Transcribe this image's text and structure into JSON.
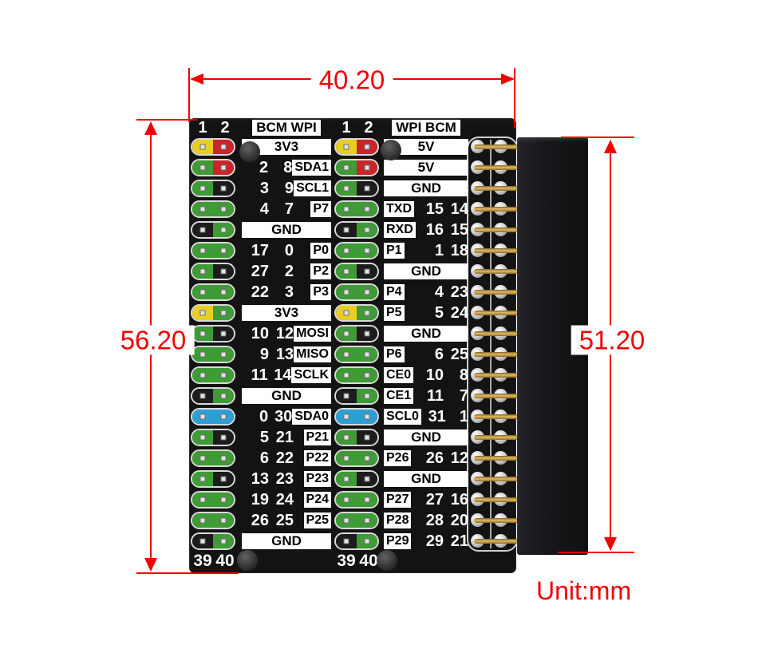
{
  "annotations": {
    "width_label": "40.20",
    "height_left_label": "56.20",
    "height_right_label": "51.20",
    "unit_label": "Unit:mm"
  },
  "colors": {
    "dim": "#f20000",
    "pcb": "#131313",
    "label_bg": "#ffffff",
    "pin_gold": "#e2ba62",
    "jumper_yellow": "#e8cf1f",
    "jumper_red": "#c9262b",
    "jumper_green": "#3e9b35",
    "jumper_black": "#1c1c1c",
    "jumper_blue": "#2e9fd4"
  },
  "board": {
    "pad_rows": 20,
    "blocks": [
      {
        "id": "left",
        "top_pins": [
          "1",
          "2"
        ],
        "header": "BCM WPI",
        "bottom_pins": [
          "39",
          "40"
        ],
        "label_side": "right",
        "rows": [
          {
            "type": "strip",
            "label": "3V3"
          },
          {
            "type": "pin",
            "nums": [
              "2",
              "8"
            ],
            "label": "SDA1"
          },
          {
            "type": "pin",
            "nums": [
              "3",
              "9"
            ],
            "label": "SCL1"
          },
          {
            "type": "pin",
            "nums": [
              "4",
              "7"
            ],
            "label": "P7"
          },
          {
            "type": "strip",
            "label": "GND"
          },
          {
            "type": "pin",
            "nums": [
              "17",
              "0"
            ],
            "label": "P0"
          },
          {
            "type": "pin",
            "nums": [
              "27",
              "2"
            ],
            "label": "P2"
          },
          {
            "type": "pin",
            "nums": [
              "22",
              "3"
            ],
            "label": "P3"
          },
          {
            "type": "strip",
            "label": "3V3"
          },
          {
            "type": "pin",
            "nums": [
              "10",
              "12"
            ],
            "label": "MOSI"
          },
          {
            "type": "pin",
            "nums": [
              "9",
              "13"
            ],
            "label": "MISO"
          },
          {
            "type": "pin",
            "nums": [
              "11",
              "14"
            ],
            "label": "SCLK"
          },
          {
            "type": "strip",
            "label": "GND"
          },
          {
            "type": "pin",
            "nums": [
              "0",
              "30"
            ],
            "label": "SDA0"
          },
          {
            "type": "pin",
            "nums": [
              "5",
              "21"
            ],
            "label": "P21"
          },
          {
            "type": "pin",
            "nums": [
              "6",
              "22"
            ],
            "label": "P22"
          },
          {
            "type": "pin",
            "nums": [
              "13",
              "23"
            ],
            "label": "P23"
          },
          {
            "type": "pin",
            "nums": [
              "19",
              "24"
            ],
            "label": "P24"
          },
          {
            "type": "pin",
            "nums": [
              "26",
              "25"
            ],
            "label": "P25"
          },
          {
            "type": "strip",
            "label": "GND"
          }
        ],
        "jumpers": [
          [
            "jumper_yellow",
            "jumper_red"
          ],
          [
            "jumper_green",
            "jumper_red"
          ],
          [
            "jumper_green",
            "jumper_black"
          ],
          [
            "jumper_green",
            "jumper_green"
          ],
          [
            "jumper_black",
            "jumper_green"
          ],
          [
            "jumper_green",
            "jumper_green"
          ],
          [
            "jumper_green",
            "jumper_black"
          ],
          [
            "jumper_green",
            "jumper_green"
          ],
          [
            "jumper_yellow",
            "jumper_green"
          ],
          [
            "jumper_green",
            "jumper_black"
          ],
          [
            "jumper_green",
            "jumper_green"
          ],
          [
            "jumper_green",
            "jumper_green"
          ],
          [
            "jumper_black",
            "jumper_green"
          ],
          [
            "jumper_blue",
            "jumper_blue"
          ],
          [
            "jumper_green",
            "jumper_black"
          ],
          [
            "jumper_green",
            "jumper_green"
          ],
          [
            "jumper_green",
            "jumper_black"
          ],
          [
            "jumper_green",
            "jumper_green"
          ],
          [
            "jumper_green",
            "jumper_green"
          ],
          [
            "jumper_black",
            "jumper_green"
          ]
        ]
      },
      {
        "id": "right",
        "top_pins": [
          "1",
          "2"
        ],
        "header": "WPI BCM",
        "bottom_pins": [
          "39",
          "40"
        ],
        "label_side": "left",
        "rows": [
          {
            "type": "strip",
            "label": "5V"
          },
          {
            "type": "strip",
            "label": "5V"
          },
          {
            "type": "strip",
            "label": "GND"
          },
          {
            "type": "pin",
            "label": "TXD",
            "nums": [
              "15",
              "14"
            ]
          },
          {
            "type": "pin",
            "label": "RXD",
            "nums": [
              "16",
              "15"
            ]
          },
          {
            "type": "pin",
            "label": "P1",
            "nums": [
              "1",
              "18"
            ]
          },
          {
            "type": "strip",
            "label": "GND"
          },
          {
            "type": "pin",
            "label": "P4",
            "nums": [
              "4",
              "23"
            ]
          },
          {
            "type": "pin",
            "label": "P5",
            "nums": [
              "5",
              "24"
            ]
          },
          {
            "type": "strip",
            "label": "GND"
          },
          {
            "type": "pin",
            "label": "P6",
            "nums": [
              "6",
              "25"
            ]
          },
          {
            "type": "pin",
            "label": "CE0",
            "nums": [
              "10",
              "8"
            ]
          },
          {
            "type": "pin",
            "label": "CE1",
            "nums": [
              "11",
              "7"
            ]
          },
          {
            "type": "pin",
            "label": "SCL0",
            "nums": [
              "31",
              "1"
            ]
          },
          {
            "type": "strip",
            "label": "GND"
          },
          {
            "type": "pin",
            "label": "P26",
            "nums": [
              "26",
              "12"
            ]
          },
          {
            "type": "strip",
            "label": "GND"
          },
          {
            "type": "pin",
            "label": "P27",
            "nums": [
              "27",
              "16"
            ]
          },
          {
            "type": "pin",
            "label": "P28",
            "nums": [
              "28",
              "20"
            ]
          },
          {
            "type": "pin",
            "label": "P29",
            "nums": [
              "29",
              "21"
            ]
          }
        ],
        "jumpers": [
          [
            "jumper_yellow",
            "jumper_red"
          ],
          [
            "jumper_green",
            "jumper_red"
          ],
          [
            "jumper_green",
            "jumper_black"
          ],
          [
            "jumper_green",
            "jumper_green"
          ],
          [
            "jumper_black",
            "jumper_green"
          ],
          [
            "jumper_green",
            "jumper_green"
          ],
          [
            "jumper_green",
            "jumper_black"
          ],
          [
            "jumper_green",
            "jumper_green"
          ],
          [
            "jumper_yellow",
            "jumper_green"
          ],
          [
            "jumper_green",
            "jumper_black"
          ],
          [
            "jumper_green",
            "jumper_green"
          ],
          [
            "jumper_green",
            "jumper_green"
          ],
          [
            "jumper_black",
            "jumper_green"
          ],
          [
            "jumper_blue",
            "jumper_blue"
          ],
          [
            "jumper_green",
            "jumper_black"
          ],
          [
            "jumper_green",
            "jumper_green"
          ],
          [
            "jumper_green",
            "jumper_black"
          ],
          [
            "jumper_green",
            "jumper_green"
          ],
          [
            "jumper_green",
            "jumper_green"
          ],
          [
            "jumper_black",
            "jumper_green"
          ]
        ]
      }
    ]
  }
}
